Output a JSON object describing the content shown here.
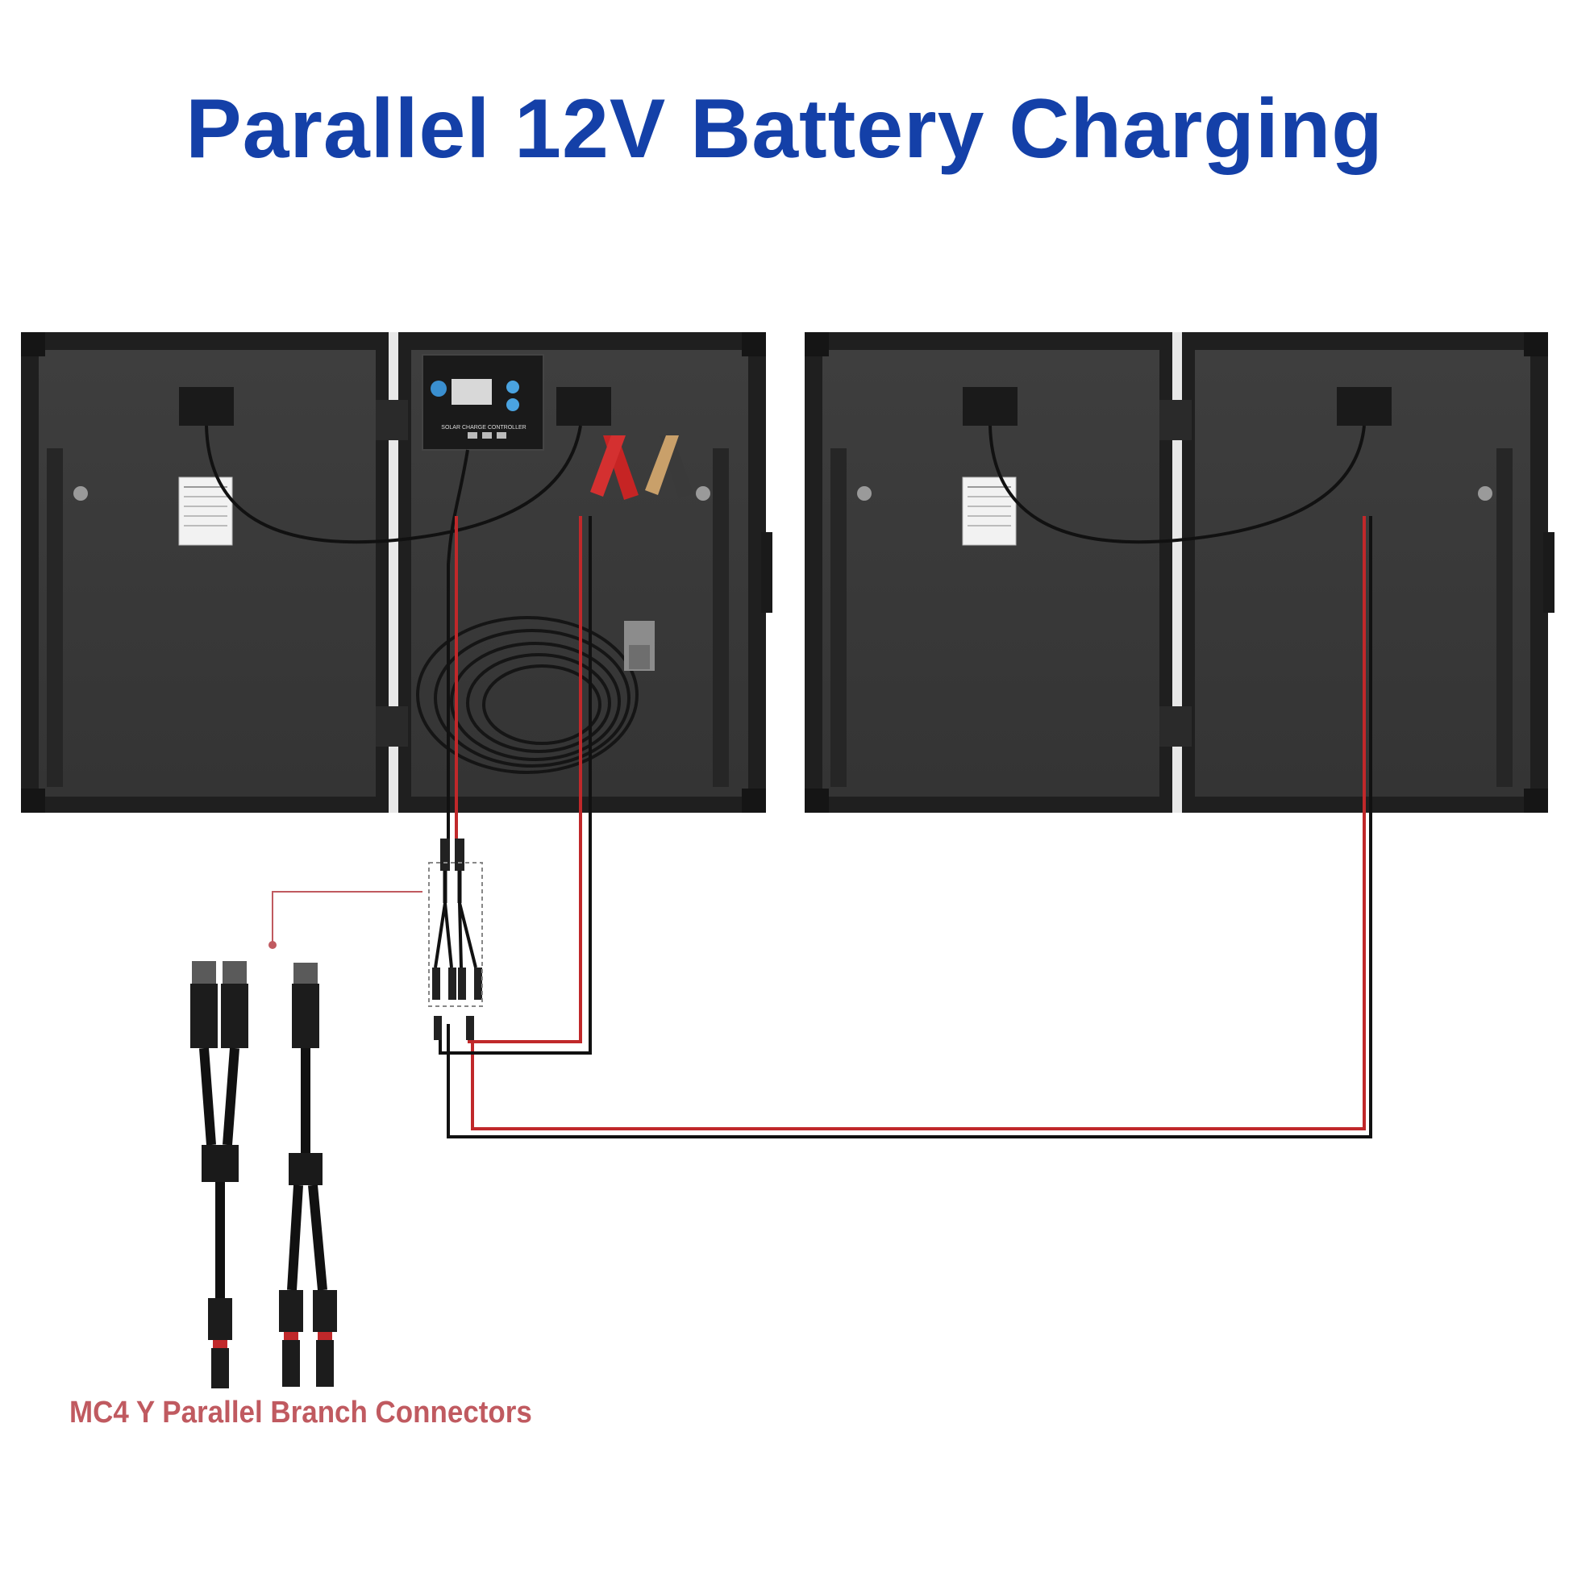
{
  "title": "Parallel 12V Battery Charging",
  "caption": "MC4 Y Parallel Branch Connectors",
  "controller": {
    "label": "SOLAR CHARGE CONTROLLER"
  },
  "colors": {
    "title": "#1440a8",
    "caption": "#c05a60",
    "panel": "#3a3a3a",
    "frame": "#222222",
    "negative_wire": "#1a1a1a",
    "positive_wire": "#c0282a",
    "callout": "#c05a60"
  },
  "components": {
    "solar_panels": [
      {
        "id": "left-kit",
        "has_controller": true
      },
      {
        "id": "right-kit",
        "has_controller": false
      }
    ],
    "connectors": [
      "mc4-y-branch-dual",
      "mc4-y-branch-single"
    ],
    "clamps": [
      "red-alligator-clip",
      "black-alligator-clip"
    ],
    "plug": "anderson-plug"
  }
}
